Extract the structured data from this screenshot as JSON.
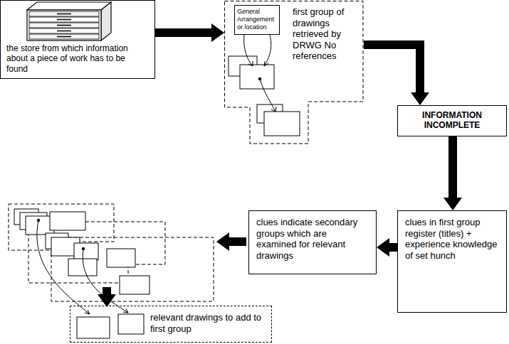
{
  "diagram": {
    "nodes": [
      {
        "text": [
          "the store from which information about a piece of work has to be found"
        ]
      },
      {
        "text": [
          "first group of drawings retrieved by DRWG No references"
        ]
      },
      {
        "text": [
          "General Arrangement or location"
        ],
        "in": 1
      },
      {
        "text": [
          "INFORMATION INCOMPLETE"
        ]
      },
      {
        "text": [
          "clues in first group register (titles) + experience knowledge of set hunch"
        ]
      },
      {
        "text": [
          "clues indicate secondary groups which are examined for relevant drawings"
        ]
      },
      {
        "text": [
          "relevant drawings to add to first group"
        ]
      }
    ],
    "edges": [
      {
        "from": 0,
        "to": 1,
        "arrow": "to"
      },
      {
        "from": 1,
        "to": 3,
        "arrow": "to"
      },
      {
        "from": 3,
        "to": 4,
        "arrow": "to"
      },
      {
        "from": 4,
        "to": 5,
        "arrow": "to"
      }
    ]
  }
}
